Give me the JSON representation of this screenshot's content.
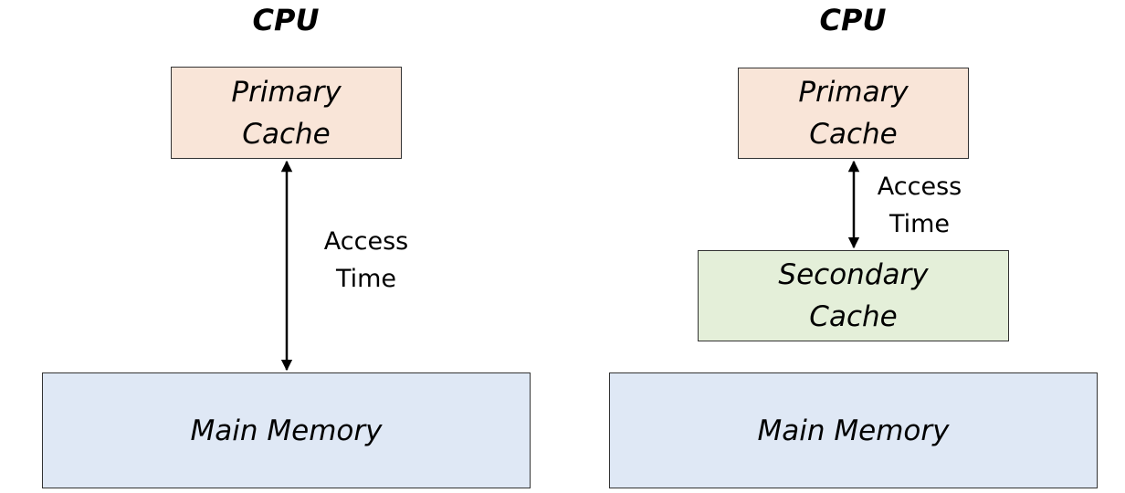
{
  "left": {
    "cpu_label": "CPU",
    "primary_cache": {
      "line1": "Primary",
      "line2": "Cache"
    },
    "access_time": {
      "line1": "Access",
      "line2": "Time"
    },
    "main_memory": "Main Memory"
  },
  "right": {
    "cpu_label": "CPU",
    "primary_cache": {
      "line1": "Primary",
      "line2": "Cache"
    },
    "access_time": {
      "line1": "Access",
      "line2": "Time"
    },
    "secondary_cache": {
      "line1": "Secondary",
      "line2": "Cache"
    },
    "main_memory": "Main Memory"
  },
  "colors": {
    "primary_cache_fill": "#f9e5d8",
    "secondary_cache_fill": "#e4efd9",
    "main_memory_fill": "#dfe8f5",
    "border": "#333333"
  }
}
